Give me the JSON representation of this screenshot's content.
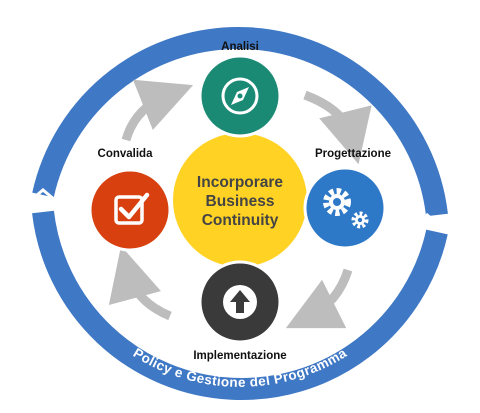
{
  "diagram": {
    "center": {
      "lines": [
        "Incorporare",
        "Business",
        "Continuity"
      ],
      "color": "#FFD224"
    },
    "ring": {
      "label": "Policy e Gestione del Programma",
      "color": "#3F78C5"
    },
    "nodes": [
      {
        "label": "Analisi",
        "icon": "compass-icon",
        "color": "#1A8A74"
      },
      {
        "label": "Progettazione",
        "icon": "gears-icon",
        "color": "#2E78C8"
      },
      {
        "label": "Implementazione",
        "icon": "upload-arrow-icon",
        "color": "#3A3A3A"
      },
      {
        "label": "Convalida",
        "icon": "checkbox-icon",
        "color": "#D8400F"
      }
    ],
    "arrow_color": "#BDBDBD"
  }
}
